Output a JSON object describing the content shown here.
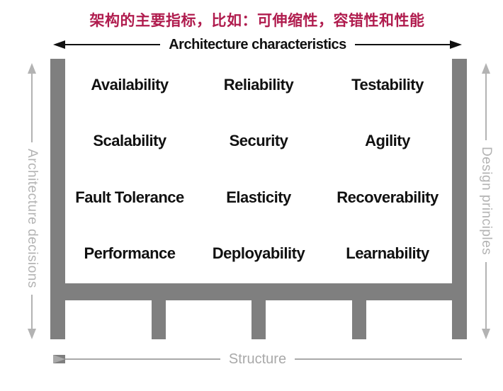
{
  "title": {
    "text": "架构的主要指标，比如：可伸缩性，容错性和性能"
  },
  "axes": {
    "top": "Architecture characteristics",
    "left": "Architecture decisions",
    "right": "Design principles",
    "bottom": "Structure"
  },
  "table": {
    "rows": [
      [
        "Availability",
        "Reliability",
        "Testability"
      ],
      [
        "Scalability",
        "Security",
        "Agility"
      ],
      [
        "Fault Tolerance",
        "Elasticity",
        "Recoverability"
      ],
      [
        "Performance",
        "Deployability",
        "Learnability"
      ]
    ]
  },
  "colors": {
    "accent_crimson": "#b01c4e",
    "structure_gray": "#7f7f7f",
    "arrow_black": "#111111",
    "muted_arrow_gray": "#b3b3b3",
    "bottom_arrow_gray": "#a9a9a9"
  }
}
